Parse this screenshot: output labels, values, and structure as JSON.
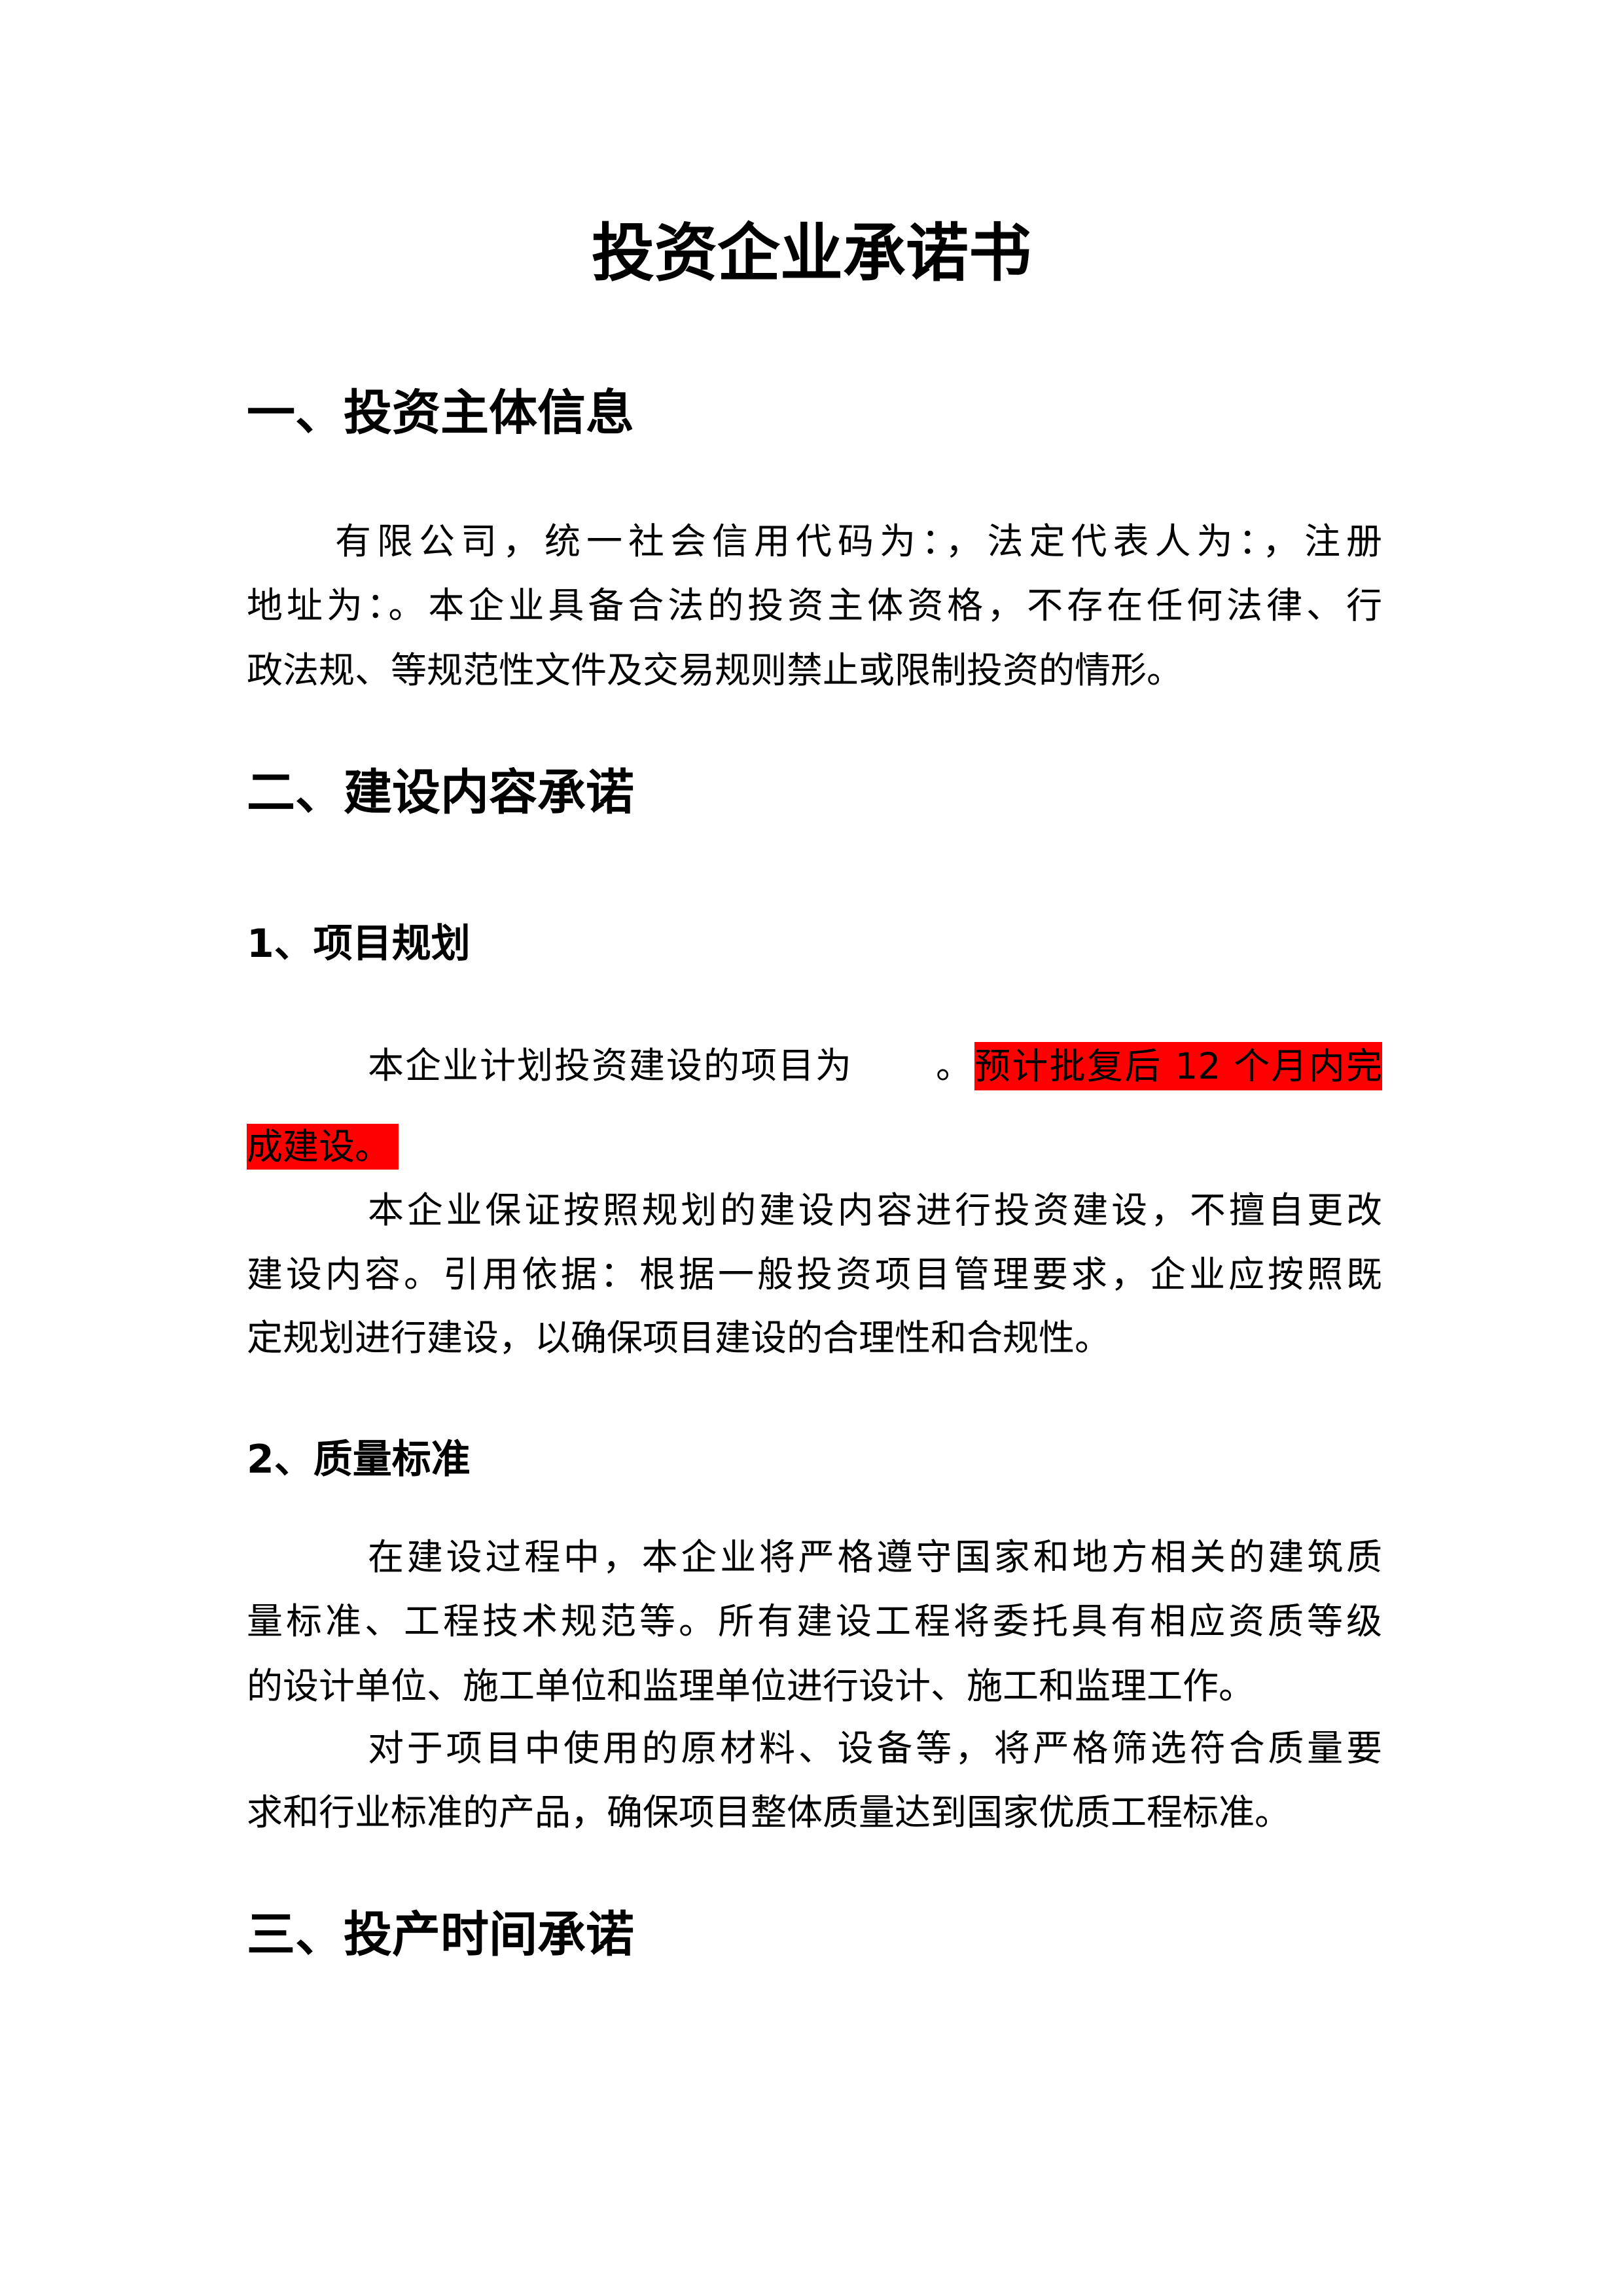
{
  "title": "投资企业承诺书",
  "section1": {
    "heading": "一、投资主体信息",
    "lines": [
      "有限公司，统一社会信用代码为：，法定代表人为：，注册",
      "地址为：。本企业具备合法的投资主体资格，不存在任何法律、行",
      "政法规、等规范性文件及交易规则禁止或限制投资的情形。"
    ]
  },
  "section2": {
    "heading": "二、建设内容承诺",
    "sub1": {
      "heading": "1、项目规划",
      "plan_text": "本企业计划投资建设的项目为",
      "plan_period": "。",
      "highlight_line1": "预计批复后 12 个月内完",
      "highlight_line2": "成建设。",
      "lines": [
        "本企业保证按照规划的建设内容进行投资建设，不擅自更改",
        "建设内容。引用依据：根据一般投资项目管理要求，企业应按照既",
        "定规划进行建设，以确保项目建设的合理性和合规性。"
      ]
    },
    "sub2": {
      "heading": "2、质量标准",
      "lines": [
        "在建设过程中，本企业将严格遵守国家和地方相关的建筑质",
        "量标准、工程技术规范等。所有建设工程将委托具有相应资质等级",
        "的设计单位、施工单位和监理单位进行设计、施工和监理工作。",
        "对于项目中使用的原材料、设备等，将严格筛选符合质量要",
        "求和行业标准的产品，确保项目整体质量达到国家优质工程标准。"
      ]
    }
  },
  "section3": {
    "heading": "三、投产时间承诺"
  },
  "colors": {
    "highlight": "#ff0000"
  }
}
